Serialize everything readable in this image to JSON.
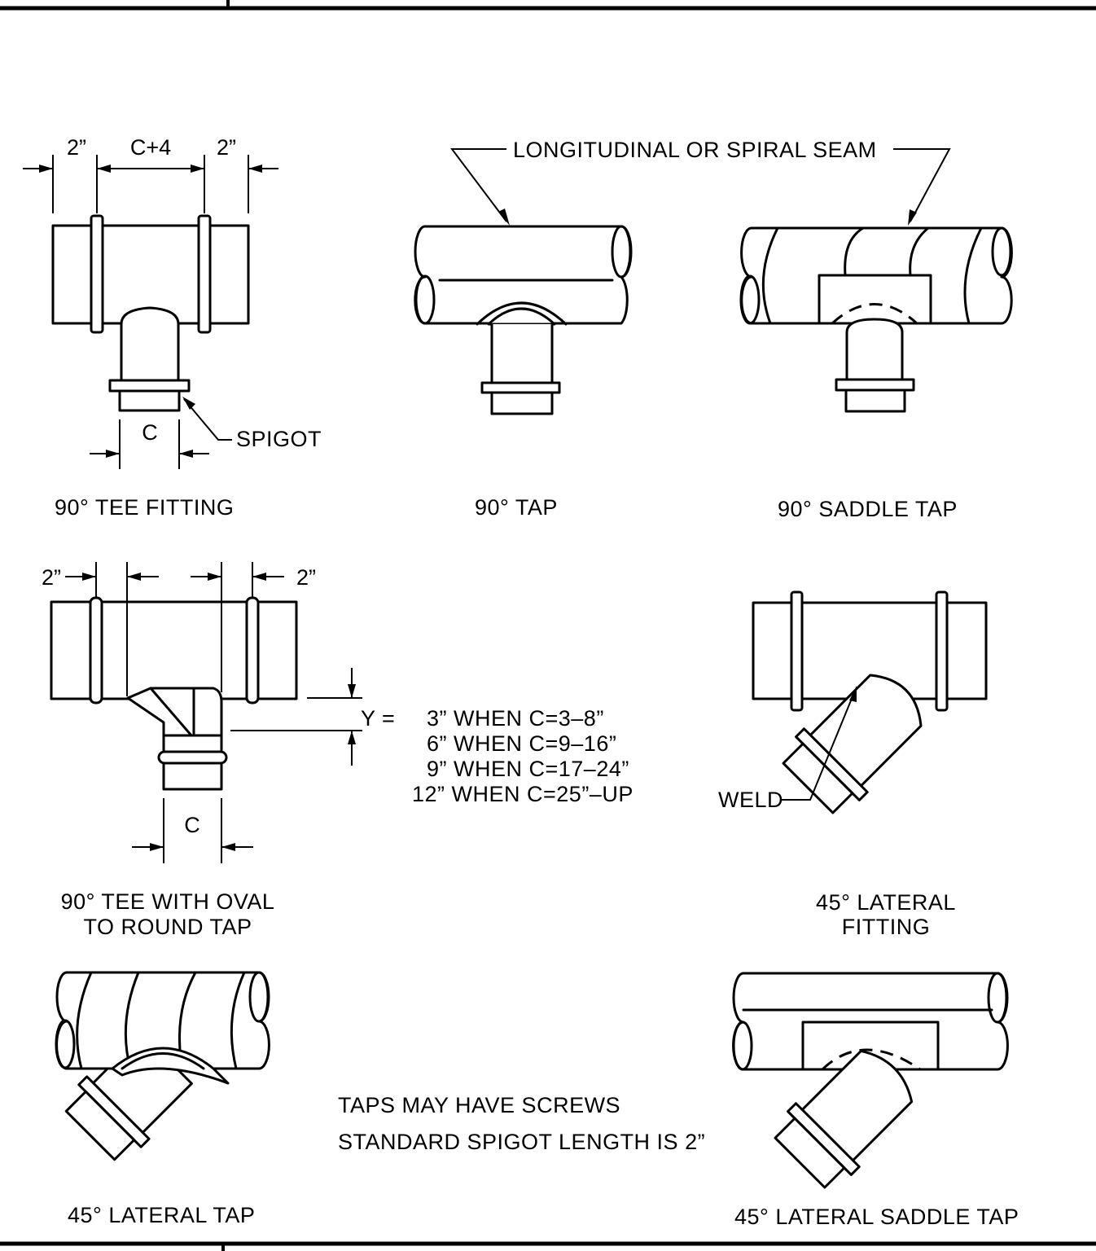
{
  "figures": {
    "tee_fitting": {
      "title": "90° TEE FITTING",
      "dim_left": "2”",
      "dim_center": "C+4",
      "dim_right": "2”",
      "dim_bottom": "C",
      "callout": "SPIGOT"
    },
    "tap_90": {
      "title": "90° TAP"
    },
    "saddle_tap_90": {
      "title": "90° SADDLE TAP"
    },
    "seam_callout": "LONGITUDINAL OR SPIRAL SEAM",
    "tee_oval": {
      "title_line1": "90° TEE WITH OVAL",
      "title_line2": "TO ROUND TAP",
      "dim_left": "2”",
      "dim_right": "2”",
      "dim_bottom": "C"
    },
    "y_table": {
      "prefix": "Y  =",
      "rows": [
        "3”  WHEN  C=3–8”",
        "6”  WHEN  C=9–16”",
        "9”  WHEN  C=17–24”",
        "12”  WHEN  C=25”–UP"
      ]
    },
    "lateral_fitting": {
      "title_line1": "45° LATERAL",
      "title_line2": "FITTING",
      "callout": "WELD"
    },
    "lateral_tap": {
      "title": "45° LATERAL TAP"
    },
    "lateral_saddle_tap": {
      "title": "45° LATERAL SADDLE TAP"
    }
  },
  "notes": [
    "TAPS MAY HAVE SCREWS",
    "STANDARD SPIGOT LENGTH IS 2”"
  ]
}
